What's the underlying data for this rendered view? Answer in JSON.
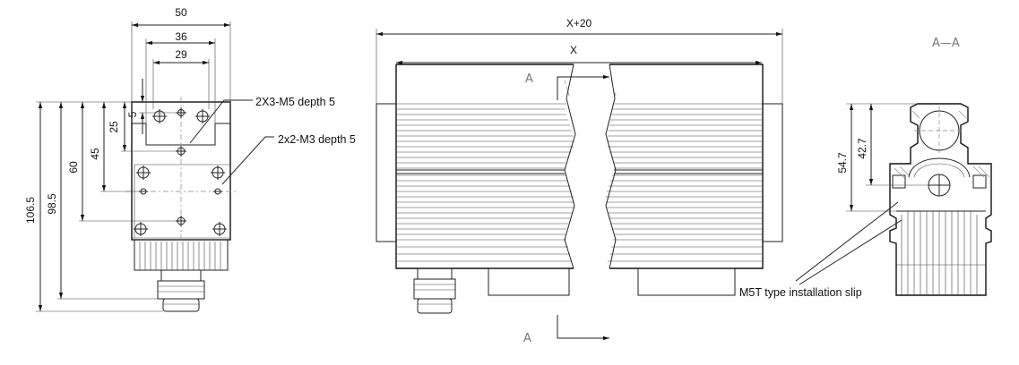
{
  "front_view": {
    "dims": {
      "w50": "50",
      "w36": "36",
      "w29": "29",
      "h5": "5",
      "h25": "25",
      "h45": "45",
      "h60": "60",
      "h98_5": "98.5",
      "h106_5": "106.5"
    },
    "notes": {
      "m5_holes": "2X3-M5 depth 5",
      "m3_holes": "2x2-M3 depth 5"
    }
  },
  "side_view": {
    "dims": {
      "overall": "X+20",
      "length": "X"
    },
    "section_markers": {
      "top": "A",
      "bottom": "A"
    }
  },
  "section_view": {
    "title": "A—A",
    "dims": {
      "h54_7": "54.7",
      "h42_7": "42.7"
    },
    "note": "M5T type installation slip"
  }
}
